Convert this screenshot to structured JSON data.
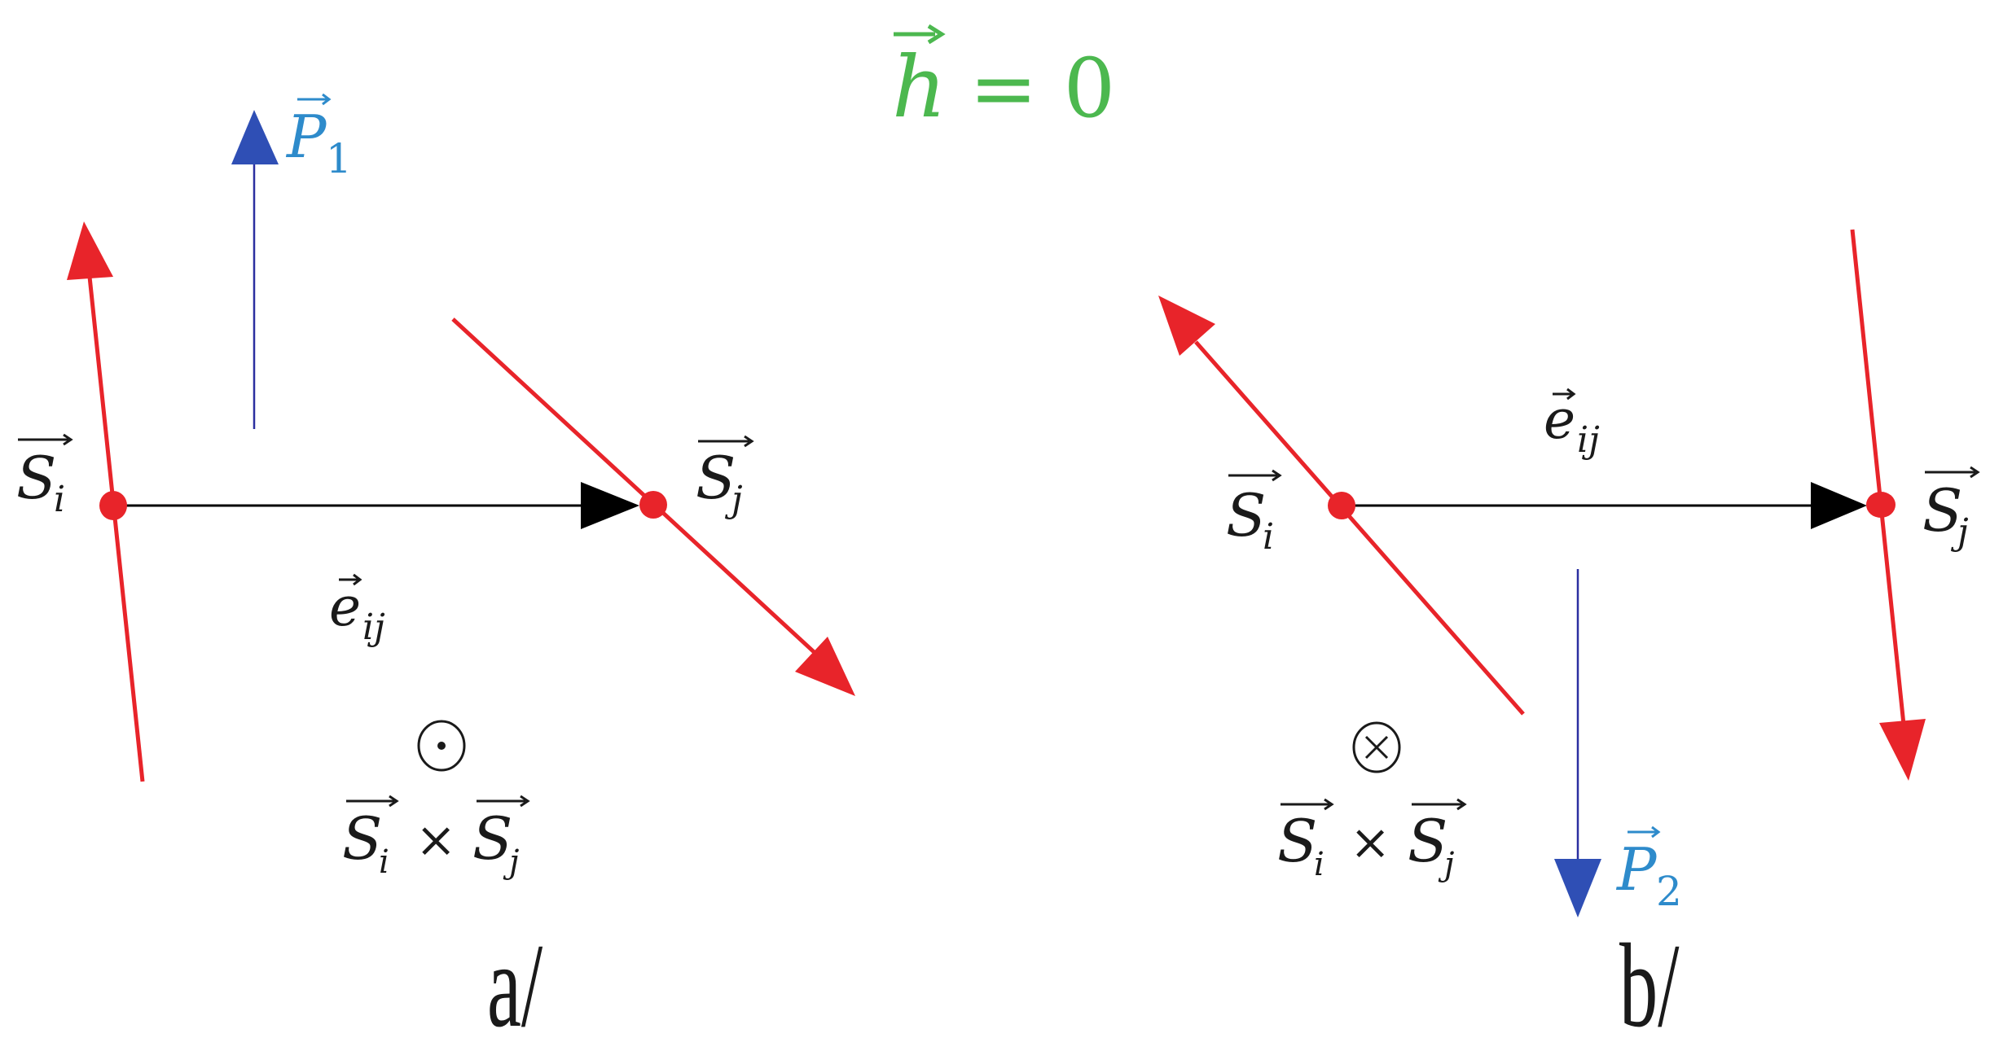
{
  "title": {
    "symbol": "h",
    "equation_rest": "= 0",
    "color": "#4CB84F"
  },
  "colors": {
    "spin": "#E8242A",
    "polarization_line": "#2B2FA0",
    "polarization_head": "#2F4FB5",
    "polarization_label": "#2E8BCB",
    "bond": "#000000",
    "text": "#1A1A1A"
  },
  "panels": [
    {
      "id": "a",
      "caption": "a/",
      "spin_i": {
        "label": "S",
        "subscript": "i"
      },
      "spin_j": {
        "label": "S",
        "subscript": "j"
      },
      "bond_vector": {
        "label": "e",
        "subscript": "ij"
      },
      "cross_product": {
        "symbol": "⊙",
        "meaning": "out-of-plane",
        "left": "S",
        "left_sub": "i",
        "op": "×",
        "right": "S",
        "right_sub": "j"
      },
      "polarization": {
        "label": "P",
        "subscript": "1",
        "direction": "up"
      }
    },
    {
      "id": "b",
      "caption": "b/",
      "spin_i": {
        "label": "S",
        "subscript": "i"
      },
      "spin_j": {
        "label": "S",
        "subscript": "j"
      },
      "bond_vector": {
        "label": "e",
        "subscript": "ij"
      },
      "cross_product": {
        "symbol": "⊗",
        "meaning": "into-plane",
        "left": "S",
        "left_sub": "i",
        "op": "×",
        "right": "S",
        "right_sub": "j"
      },
      "polarization": {
        "label": "P",
        "subscript": "2",
        "direction": "down"
      }
    }
  ]
}
